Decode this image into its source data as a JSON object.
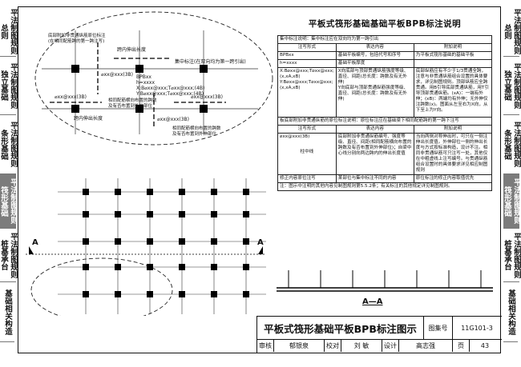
{
  "sidebar_left": [
    {
      "label": "平法制图规则",
      "sub": "总则",
      "active": false
    },
    {
      "label": "平法制图规则",
      "sub": "独立基础",
      "active": false
    },
    {
      "label": "平法制图规则",
      "sub": "条形基础",
      "active": false
    },
    {
      "label": "平法制图规则",
      "sub": "筏形基础",
      "active": true
    },
    {
      "label": "平法制图规则",
      "sub": "桩基承台",
      "active": false
    },
    {
      "label": "基础相关构造",
      "sub": "",
      "active": false
    }
  ],
  "sidebar_right": [
    {
      "label": "平法制图规则",
      "sub": "总则"
    },
    {
      "label": "平法制图规则",
      "sub": "独立基础"
    },
    {
      "label": "平法制图规则",
      "sub": "条形基础"
    },
    {
      "label": "平法制图规则",
      "sub": "筏形基础"
    },
    {
      "label": "平法制图规则",
      "sub": "桩基承台"
    },
    {
      "label": "基础相关构造",
      "sub": ""
    }
  ],
  "callouts": {
    "top_left": "底部附加非贯通纵筋原位标注\n(在相同配筋跨的第一跨注写)",
    "top_mid": "跨内伸出长度",
    "top_right": "集中标注(在双向均为第一跨引出)",
    "bpb_label": "BPBxx",
    "h_label": "h=xxxx",
    "x_line1": "X:B⌀xx@xxx;T⌀xx@xxx;(4B)",
    "y_line1": "Y:B⌀xx@xxx;T⌀xx@xxx;(4B)",
    "rebar_a": "⌀xx@xxx(3B)",
    "rebar_b": "⌀xx@xxx(3B)",
    "rebar_c": "⌀xx@xxx(3B)",
    "rebar_d": "⌀xx@xxx(3B)",
    "mid_left": "相同配筋横向布置的跨数\n及有否布置到外伸部位",
    "span_out": "跨内伸出长度",
    "mid_right": "相同配筋横向布置的跨数\n及有否布置到外伸部位",
    "section_mark": "A",
    "section_title": "A—A"
  },
  "caption": "平板式筏形基础基础平板BPB标注说明",
  "table": {
    "header_span": "集中标注说明：集中标注应在双向均为第一跨引出",
    "col_headers": [
      "注写形式",
      "表达内容",
      "附加说明"
    ],
    "rows1": [
      [
        "BPBxx",
        "基础平板编号，包括代号和序号",
        "为平板式筏形基础的基础平板"
      ],
      [
        "h=xxxx",
        "基础平板厚度",
        ""
      ],
      [
        "X:B⌀xx@xxx;T⌀xx@xxx;(x,xA,xB)\nY:B⌀xx@xxx;T⌀xx@xxx;(x,xA,xB)",
        "X向底部与顶部贯通纵筋强度等级、直径、间距(总长度：跨数及有无外伸)\nY向底部与顶部贯通纵筋强度等级、直径、间距(总长度：跨数及有无外伸)",
        "底部纵筋应有不少于1/3贯通全跨，注意与非贯通纵筋组合设置的具体要求，详见制图规则。顶部纵筋应全跨贯通。用B引导底部贯通纵筋，用T引导顶部贯通纵筋。(xA)：一端有外伸；(xB)：两端均有外伸；无外伸仅注跨数(x)。图面从左至右为X向，从下至上为Y向。"
      ]
    ],
    "header_span2": "板底部附加非贯通纵筋的原位标注说明：原位标注应在基础梁下相同配筋跨的第一跨下注写",
    "col_headers2": [
      "注写形式",
      "表达内容",
      "附加说明"
    ],
    "rows2": [
      [
        "⌀xx@xxx(3B)",
        "底部附加非贯通纵筋编号、强度等级、直径、间距(相同配筋横向布置的跨数及有否布置到外伸部位)；自梁中心线分别向两边跨内的伸出长度值",
        "当向两侧对称伸出时，可只在一侧注伸出长度值。外伸部位一侧的伸出长度与方式按标准构造，设计不注。相同非贯通纵筋可只注写一处，其他仅在中粗虚线上注写编号。与贯通纵筋组合设置时的具体要求详见相应制图规则"
      ],
      [
        "修正内容原位注写",
        "某部位与集中标注不同的内容",
        "原位标注的修正内容取值优先"
      ]
    ],
    "pivot_label": "柱中线",
    "footnote": "注：图示中注明的其他内容见制图规则第5.5.2条；有关标注的其他规定详见制图规则。"
  },
  "title_block": {
    "title": "平板式筏形基础平板BPB标注图示",
    "atlas_label": "图集号",
    "atlas_no": "11G101-3",
    "review_label": "审核",
    "reviewer": "郁银泉",
    "check_label": "校对",
    "checker": "刘 敏",
    "design_label": "设计",
    "designer": "高志强",
    "page_label": "页",
    "page_no": "43"
  }
}
